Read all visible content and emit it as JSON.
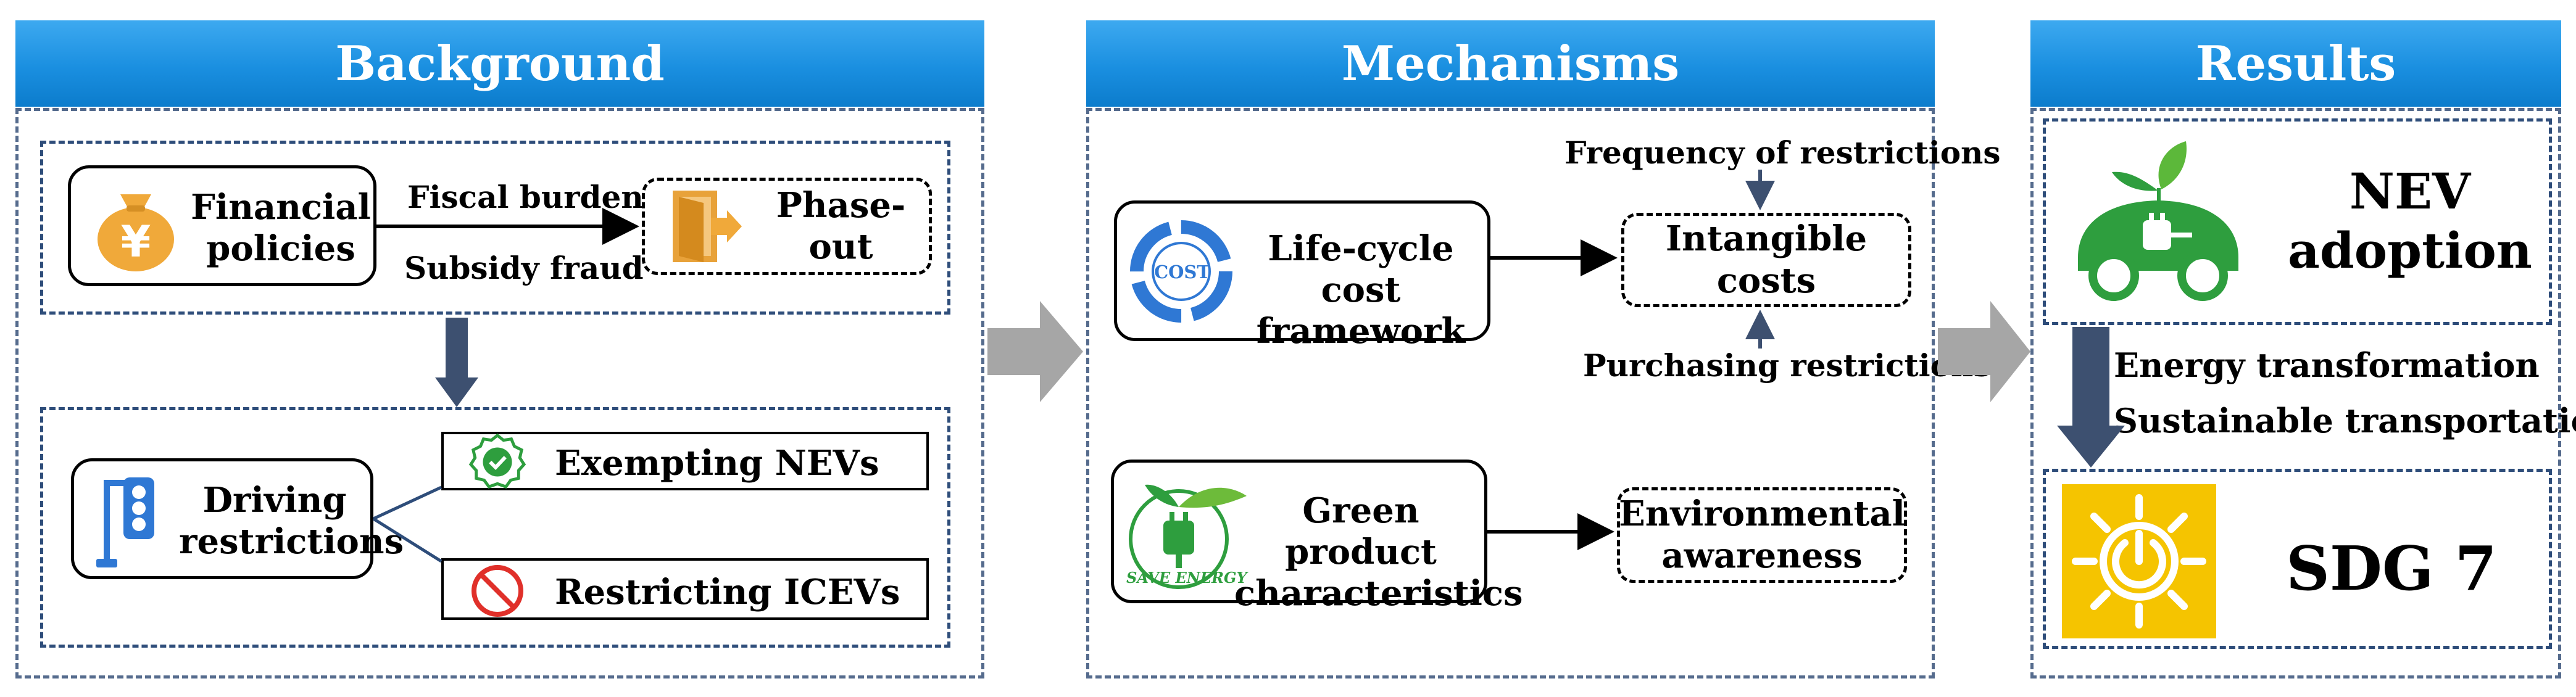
{
  "columns": {
    "background": "Background",
    "mechanisms": "Mechanisms",
    "results": "Results"
  },
  "background": {
    "financial_policies": "Financial\npolicies",
    "fiscal_burden": "Fiscal burden",
    "subsidy_fraud": "Subsidy fraud",
    "phase_out": "Phase-out",
    "driving_restrictions": "Driving\nrestrictions",
    "exempting_nevs": "Exempting NEVs",
    "restricting_icevs": "Restricting ICEVs",
    "yuan_symbol": "¥"
  },
  "mechanisms": {
    "life_cycle_cost": "Life-cycle cost\nframework",
    "cost_icon_text": "COST",
    "intangible_costs": "Intangible costs",
    "frequency_of_restrictions": "Frequency of restrictions",
    "purchasing_restrictions": "Purchasing restrictions",
    "green_product": "Green product\ncharacteristics",
    "save_energy_text": "SAVE ENERGY",
    "environmental_awareness": "Environmental\nawareness"
  },
  "results": {
    "nev_adoption": "NEV\nadoption",
    "energy_transformation": "Energy transformation",
    "sustainable_transportation": "Sustainable transportation",
    "sdg7": "SDG 7"
  },
  "icons": [
    "money-bag-icon",
    "exit-door-icon",
    "traffic-light-icon",
    "check-badge-icon",
    "prohibited-icon",
    "cost-cycle-icon",
    "save-energy-plug-icon",
    "green-car-icon",
    "sun-power-icon"
  ],
  "colors": {
    "header_blue": "#1a8fe0",
    "panel_border": "#556b8d",
    "arrow_dark": "#3d5070",
    "arrow_gray": "#a6a6a6",
    "icon_orange": "#f0a93a",
    "icon_green": "#2e9e3e",
    "icon_red": "#e0302a",
    "icon_blue": "#2f78d4",
    "sun_yellow": "#f5c400"
  }
}
